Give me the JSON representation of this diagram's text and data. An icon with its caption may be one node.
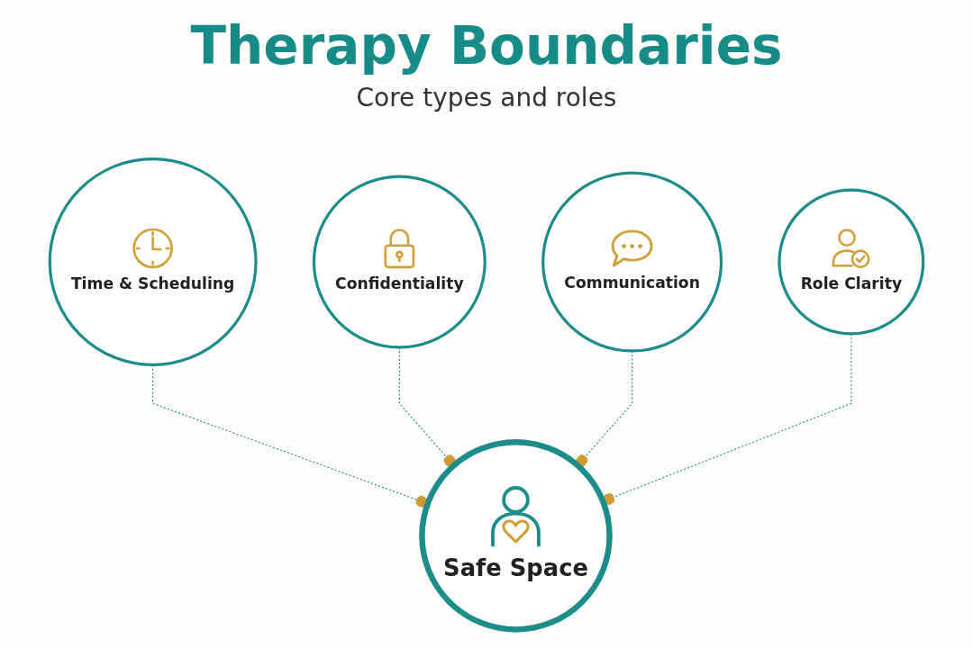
{
  "diagram": {
    "title": "Therapy Boundaries",
    "nodes": [
      {
        "text": [
          "Time & Scheduling"
        ]
      },
      {
        "text": [
          "Confidentiality"
        ]
      },
      {
        "text": [
          "Safe Space"
        ]
      },
      {
        "text": [
          "Communication"
        ]
      },
      {
        "text": [
          "Role Clarity"
        ]
      }
    ],
    "edges": [
      {
        "from": 0,
        "to": 2,
        "arrow": "other",
        "style": "dashed"
      },
      {
        "from": 1,
        "to": 2,
        "arrow": "other",
        "style": "dashed"
      },
      {
        "from": 3,
        "to": 2,
        "arrow": "other",
        "style": "dashed"
      },
      {
        "from": 4,
        "to": 2,
        "arrow": "other",
        "style": "dashed"
      }
    ],
    "labels": [
      "Core types and roles"
    ]
  }
}
